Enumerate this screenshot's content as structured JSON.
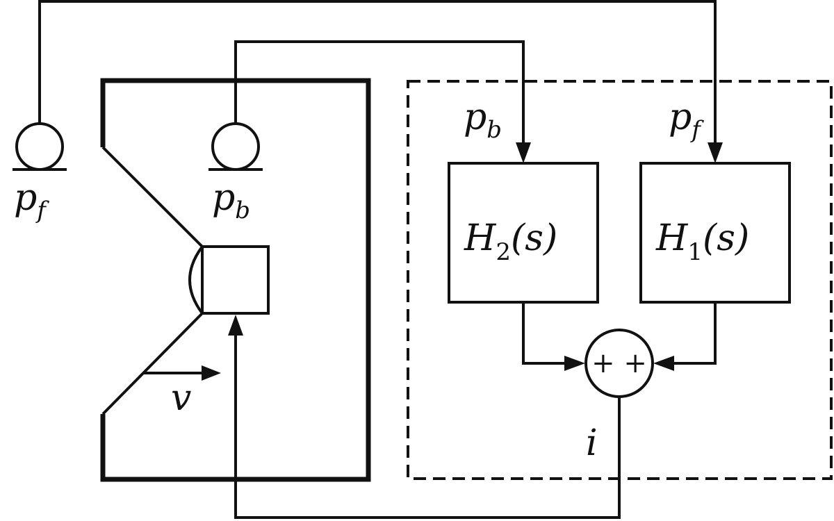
{
  "labels": {
    "pf_left_main": "p",
    "pf_left_sub": "f",
    "pb_left_main": "p",
    "pb_left_sub": "b",
    "velocity": "v",
    "pb_right_main": "p",
    "pb_right_sub": "b",
    "pf_right_main": "p",
    "pf_right_sub": "f",
    "h2_main": "H",
    "h2_sub": "2",
    "h2_arg": "(s)",
    "h1_main": "H",
    "h1_sub": "1",
    "h1_arg": "(s)",
    "sum_signs": "+ +",
    "current": "i"
  }
}
